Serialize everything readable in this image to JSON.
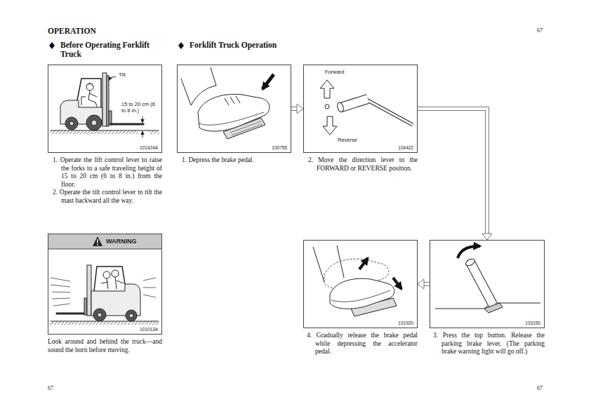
{
  "diagram": {
    "title": "OPERATION",
    "nodes": [
      {
        "text": [
          "Tilt",
          "15 to 20 cm (6 to 8 in.)",
          "101424A",
          "1. Operate the lift control lever to raise the forks to a safe traveling height of 15 to 20 cm (6 to 8 in.) from the floor.",
          "2. Operate the tilt control lever to tilt the mast backward all the way."
        ]
      },
      {
        "text": [
          "WARNING",
          "101013A",
          "Look around and behind the truck—and sound the horn before moving."
        ]
      },
      {
        "text": [
          "100755",
          "1. Depress the brake pedal."
        ]
      },
      {
        "text": [
          "Forward",
          "Reverse",
          "104422",
          "2. Move the direction lever to the FORWARD or REVERSE position."
        ]
      },
      {
        "text": [
          "103150",
          "3. Press the top button. Release the parking brake lever. (The parking brake warning light will go off.)"
        ]
      },
      {
        "text": [
          "101920",
          "4. Gradually release the brake pedal while depressing the accelerator pedal."
        ]
      }
    ],
    "edges": [
      {
        "from": 2,
        "to": 3,
        "arrow": "to"
      },
      {
        "from": 3,
        "to": 4,
        "arrow": "to"
      },
      {
        "from": 4,
        "to": 5,
        "arrow": "to"
      }
    ],
    "labels": [
      "Before Operating Forklift Truck",
      "Forklift Truck Operation",
      "67",
      "67",
      "67"
    ]
  }
}
